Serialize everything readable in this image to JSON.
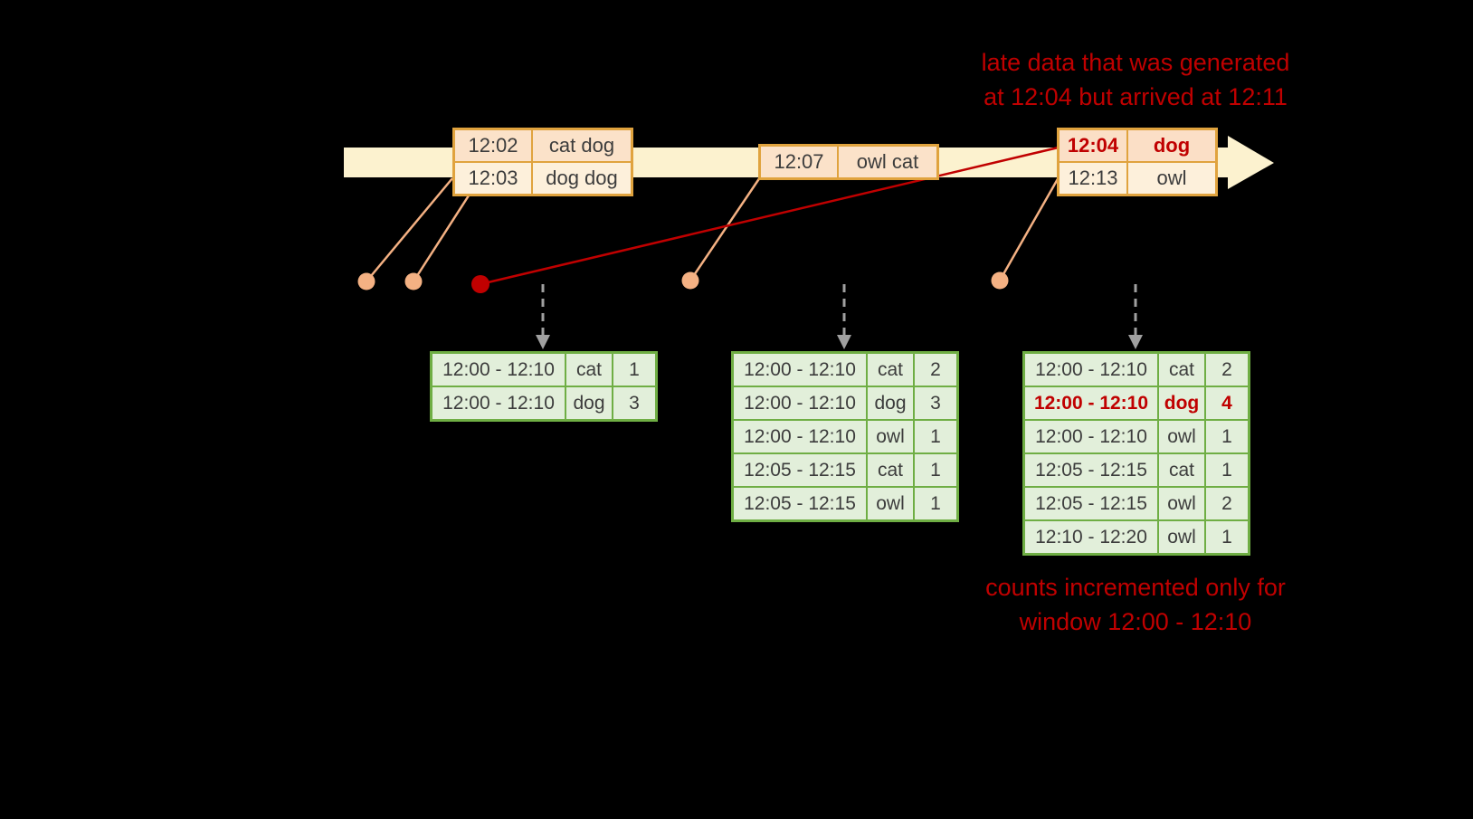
{
  "colors": {
    "background": "#000000",
    "timeline_fill": "#fcf2cf",
    "event_table_border": "#e0a33e",
    "event_row_peach": "#fbe2c9",
    "event_row_cream": "#fdf0db",
    "result_table_border": "#6fae44",
    "result_cell_fill": "#e2efda",
    "accent_red": "#c00000",
    "connector_salmon": "#f4b183",
    "trigger_arrow_gray": "#a0a0a0"
  },
  "annotations": {
    "late_note_line1": "late data that was generated",
    "late_note_line2": "at 12:04 but arrived at 12:11",
    "counts_note_line1": "counts incremented only for",
    "counts_note_line2": "window 12:00 - 12:10"
  },
  "event_tables": {
    "a": {
      "rows": [
        {
          "time": "12:02",
          "words": "cat dog"
        },
        {
          "time": "12:03",
          "words": "dog dog"
        }
      ]
    },
    "b": {
      "rows": [
        {
          "time": "12:07",
          "words": "owl cat"
        }
      ]
    },
    "c": {
      "rows": [
        {
          "time": "12:04",
          "words": "dog"
        },
        {
          "time": "12:13",
          "words": "owl"
        }
      ]
    }
  },
  "result_tables": {
    "t1": {
      "rows": [
        {
          "window": "12:00 - 12:10",
          "word": "cat",
          "count": "1"
        },
        {
          "window": "12:00 - 12:10",
          "word": "dog",
          "count": "3"
        }
      ]
    },
    "t2": {
      "rows": [
        {
          "window": "12:00 - 12:10",
          "word": "cat",
          "count": "2"
        },
        {
          "window": "12:00 - 12:10",
          "word": "dog",
          "count": "3"
        },
        {
          "window": "12:00 - 12:10",
          "word": "owl",
          "count": "1"
        },
        {
          "window": "12:05 - 12:15",
          "word": "cat",
          "count": "1"
        },
        {
          "window": "12:05 - 12:15",
          "word": "owl",
          "count": "1"
        }
      ]
    },
    "t3": {
      "rows": [
        {
          "window": "12:00 - 12:10",
          "word": "cat",
          "count": "2"
        },
        {
          "window": "12:00 - 12:10",
          "word": "dog",
          "count": "4"
        },
        {
          "window": "12:00 - 12:10",
          "word": "owl",
          "count": "1"
        },
        {
          "window": "12:05 - 12:15",
          "word": "cat",
          "count": "1"
        },
        {
          "window": "12:05 - 12:15",
          "word": "owl",
          "count": "2"
        },
        {
          "window": "12:10 - 12:20",
          "word": "owl",
          "count": "1"
        }
      ]
    }
  }
}
